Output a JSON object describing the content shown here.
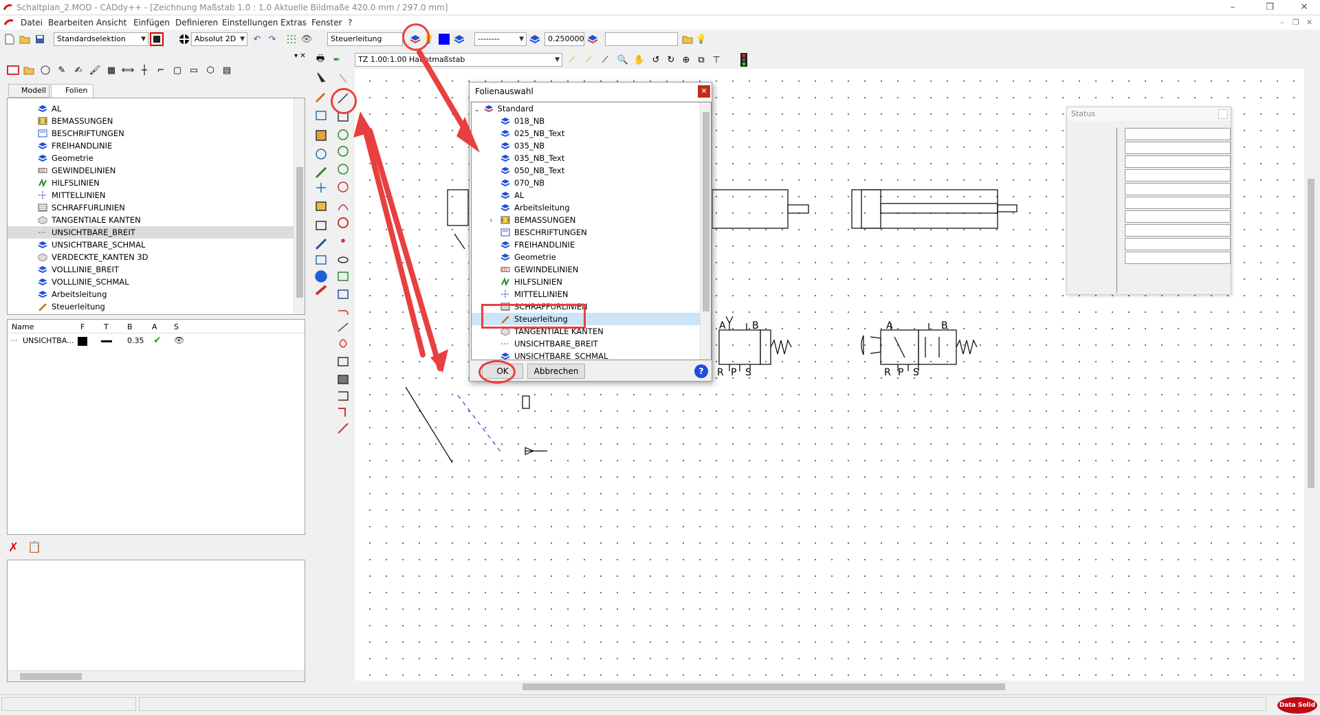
{
  "window": {
    "title": "Schaltplan_2.MOD - CADdy++ - [Zeichnung   Maßstab 1.0 : 1.0   Aktuelle Bildmaße 420.0 mm / 297.0 mm]",
    "minimize": "–",
    "maximize": "❐",
    "close": "✕"
  },
  "menu": {
    "items": [
      "Datei",
      "Bearbeiten",
      "Ansicht",
      "Einfügen",
      "Definieren",
      "Einstellungen",
      "Extras",
      "Fenster",
      "?"
    ]
  },
  "toolbar": {
    "selection_mode": "Standardselektion",
    "coordinate_mode": "Absolut 2D",
    "layer": "Steuerleitung",
    "linetype": "--------",
    "line_width": "0.250000",
    "text_field": "",
    "scale_combo": "TZ 1.00:1.00 Hauptmaßstab"
  },
  "left_panel": {
    "tabs": [
      "Modell",
      "Folien"
    ],
    "active_tab": "Folien",
    "layers": [
      {
        "name": "AL",
        "icon": "layers-icon"
      },
      {
        "name": "BEMASSUNGEN",
        "icon": "dimension-icon"
      },
      {
        "name": "BESCHRIFTUNGEN",
        "icon": "text-icon"
      },
      {
        "name": "FREIHANDLINIE",
        "icon": "layers-icon"
      },
      {
        "name": "Geometrie",
        "icon": "layers-icon"
      },
      {
        "name": "GEWINDELINIEN",
        "icon": "thread-icon"
      },
      {
        "name": "HILFSLINIEN",
        "icon": "helpline-icon"
      },
      {
        "name": "MITTELLINIEN",
        "icon": "centerline-icon"
      },
      {
        "name": "SCHRAFFURLINIEN",
        "icon": "hatch-icon"
      },
      {
        "name": "TANGENTIALE KANTEN",
        "icon": "cube-icon"
      },
      {
        "name": "UNSICHTBARE_BREIT",
        "icon": "dashed-icon",
        "selected": true
      },
      {
        "name": "UNSICHTBARE_SCHMAL",
        "icon": "layers-icon"
      },
      {
        "name": "VERDECKTE_KANTEN 3D",
        "icon": "cube-icon"
      },
      {
        "name": "VOLLLINIE_BREIT",
        "icon": "layers-icon"
      },
      {
        "name": "VOLLLINIE_SCHMAL",
        "icon": "layers-icon"
      },
      {
        "name": "Arbeitsleitung",
        "icon": "layers-icon"
      },
      {
        "name": "Steuerleitung",
        "icon": "pencil-icon"
      }
    ],
    "properties_headers": [
      "Name",
      "F",
      "T",
      "B",
      "A",
      "S"
    ],
    "properties_row": {
      "name": "UNSICHTBA...",
      "width": "0.35"
    }
  },
  "dialog": {
    "title": "Folienauswahl",
    "root": "Standard",
    "items": [
      {
        "name": "018_NB",
        "icon": "layers-icon"
      },
      {
        "name": "025_NB_Text",
        "icon": "layers-icon"
      },
      {
        "name": "035_NB",
        "icon": "layers-icon"
      },
      {
        "name": "035_NB_Text",
        "icon": "layers-icon"
      },
      {
        "name": "050_NB_Text",
        "icon": "layers-icon"
      },
      {
        "name": "070_NB",
        "icon": "layers-icon"
      },
      {
        "name": "AL",
        "icon": "layers-icon"
      },
      {
        "name": "Arbeitsleitung",
        "icon": "layers-icon"
      },
      {
        "name": "BEMASSUNGEN",
        "icon": "dimension-icon",
        "expandable": true
      },
      {
        "name": "BESCHRIFTUNGEN",
        "icon": "text-icon"
      },
      {
        "name": "FREIHANDLINIE",
        "icon": "layers-icon"
      },
      {
        "name": "Geometrie",
        "icon": "layers-icon"
      },
      {
        "name": "GEWINDELINIEN",
        "icon": "thread-icon"
      },
      {
        "name": "HILFSLINIEN",
        "icon": "helpline-icon"
      },
      {
        "name": "MITTELLINIEN",
        "icon": "centerline-icon"
      },
      {
        "name": "SCHRAFFURLINIEN",
        "icon": "hatch-icon"
      },
      {
        "name": "Steuerleitung",
        "icon": "pencil-icon",
        "selected": true
      },
      {
        "name": "TANGENTIALE KANTEN",
        "icon": "cube-icon"
      },
      {
        "name": "UNSICHTBARE_BREIT",
        "icon": "dashed-icon"
      },
      {
        "name": "UNSICHTBARE_SCHMAL",
        "icon": "layers-icon"
      }
    ],
    "ok": "OK",
    "cancel": "Abbrechen",
    "help": "?"
  },
  "status_window": {
    "title": "Status"
  },
  "drawing": {
    "valve_labels": [
      "A",
      "B",
      "R",
      "P",
      "S"
    ]
  },
  "brand": "Data Solid",
  "colors": {
    "accent_red": "#e84040",
    "layer_blue": "#1f4fd8",
    "selection": "#cce4f7"
  }
}
